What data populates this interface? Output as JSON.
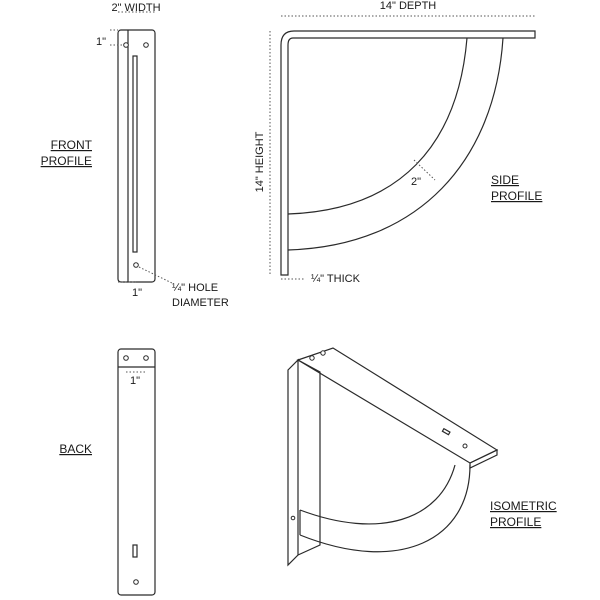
{
  "dimensions": {
    "width": "2\" WIDTH",
    "depth": "14\" DEPTH",
    "height": "14\" HEIGHT",
    "top_offset": "1\"",
    "bottom_offset": "1\"",
    "back_offset": "1\"",
    "hole": "¼\" HOLE",
    "diameter": "DIAMETER",
    "arc_width": "2\"",
    "thick": "¼\" THICK"
  },
  "views": {
    "front_line1": "FRONT",
    "front_line2": "PROFILE",
    "side_line1": "SIDE",
    "side_line2": "PROFILE",
    "back": "BACK",
    "iso_line1": "ISOMETRIC",
    "iso_line2": "PROFILE"
  }
}
